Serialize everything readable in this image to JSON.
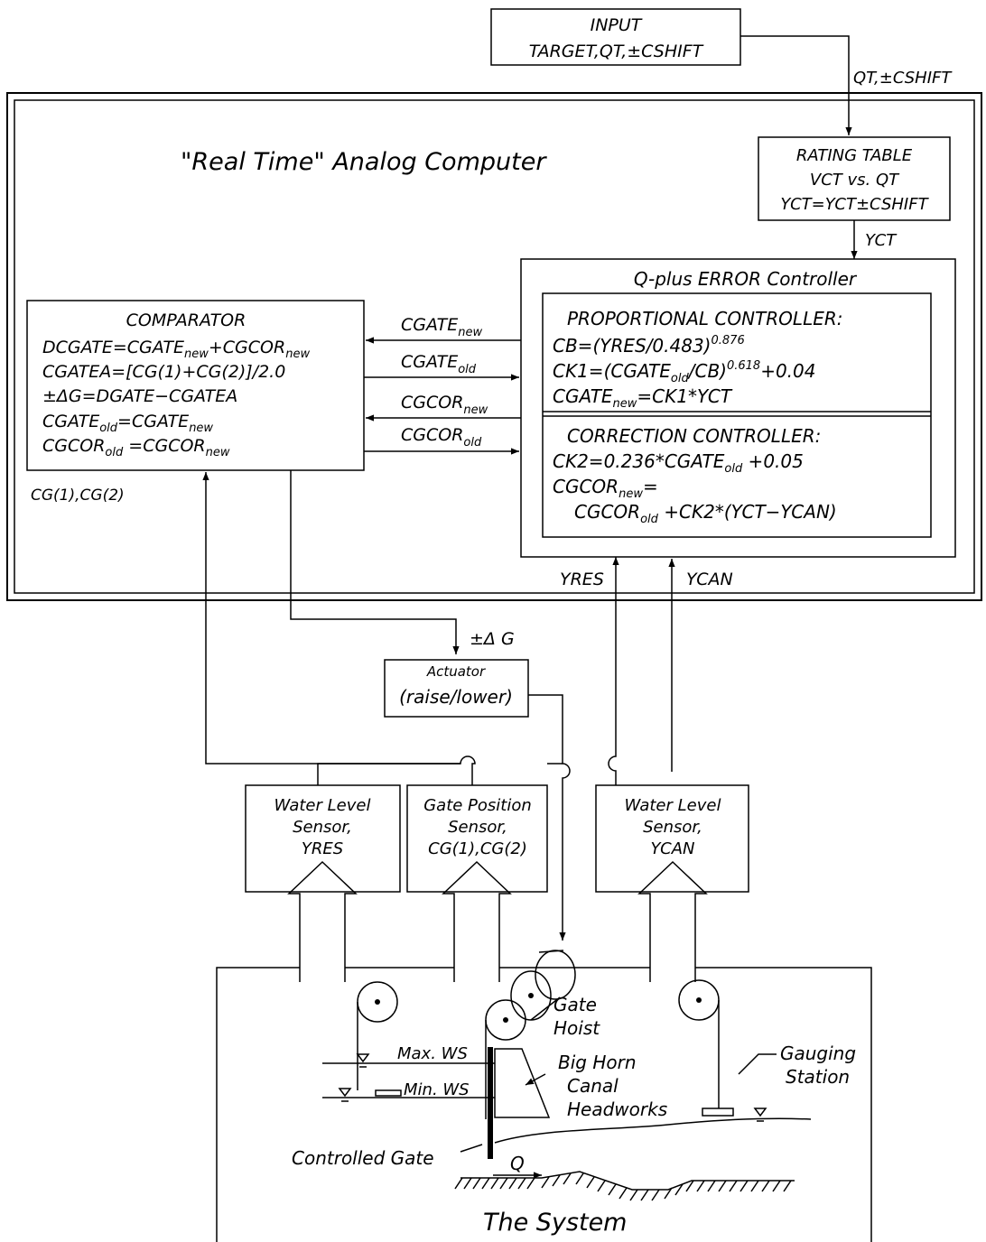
{
  "input_box": {
    "line1": "INPUT",
    "line2": "TARGET,QT,±CSHIFT"
  },
  "label_qt_cshift": "QT,±CSHIFT",
  "computer_title": "\"Real Time\" Analog Computer",
  "rating_table": {
    "line1": "RATING TABLE",
    "line2": "VCT vs. QT",
    "line3": "YCT=YCT±CSHIFT"
  },
  "label_yct": "YCT",
  "controller_title": "Q-plus ERROR Controller",
  "proportional": {
    "title": "PROPORTIONAL CONTROLLER:",
    "line1": "CB=(YRES/0.483)",
    "line1_exp": "0.876",
    "line2a": "CK1=(CGATE",
    "line2_sub": "old",
    "line2b": "/CB)",
    "line2_exp": "0.618",
    "line2c": "+0.04",
    "line3a": "CGATE",
    "line3_sub": "new",
    "line3b": "=CK1*YCT"
  },
  "correction": {
    "title": "CORRECTION CONTROLLER:",
    "line1a": "CK2=0.236*CGATE",
    "line1_sub": "old",
    "line1b": " +0.05",
    "line2a": "CGCOR",
    "line2_sub": "new",
    "line2b": "=",
    "line3a": "CGCOR",
    "line3_sub": "old",
    "line3b": " +CK2*(YCT−YCAN)"
  },
  "comparator": {
    "title": "COMPARATOR",
    "l1a": "DCGATE=CGATE",
    "l1s1": "new",
    "l1b": "+CGCOR",
    "l1s2": "new",
    "l2": "CGATEA=[CG(1)+CG(2)]/2.0",
    "l3": "±ΔG=DGATE−CGATEA",
    "l4a": "CGATE",
    "l4s1": "old",
    "l4b": "=CGATE",
    "l4s2": "new",
    "l5a": "CGCOR",
    "l5s1": "old",
    "l5b": " =CGCOR",
    "l5s2": "new"
  },
  "label_cg": "CG(1),CG(2)",
  "arrows": {
    "cgate_new": "CGATE",
    "cgate_new_sub": "new",
    "cgate_old": "CGATE",
    "cgate_old_sub": "old",
    "cgcor_new": "CGCOR",
    "cgcor_new_sub": "new",
    "cgcor_old": "CGCOR",
    "cgcor_old_sub": "old"
  },
  "label_yres": "YRES",
  "label_ycan": "YCAN",
  "label_delta_g": "±Δ G",
  "actuator": {
    "line1": "Actuator",
    "line2": "(raise/lower)"
  },
  "sensor_yres": {
    "line1": "Water Level",
    "line2": "Sensor,",
    "line3": "YRES"
  },
  "sensor_gate": {
    "line1": "Gate Position",
    "line2": "Sensor,",
    "line3": "CG(1),CG(2)"
  },
  "sensor_ycan": {
    "line1": "Water Level",
    "line2": "Sensor,",
    "line3": "YCAN"
  },
  "system": {
    "gate_hoist_1": "Gate",
    "gate_hoist_2": "Hoist",
    "max_ws": "Max. WS",
    "min_ws": "Min. WS",
    "big_horn_1": "Big Horn",
    "big_horn_2": "Canal",
    "big_horn_3": "Headworks",
    "gauging_1": "Gauging",
    "gauging_2": "Station",
    "controlled_gate": "Controlled Gate",
    "q": "Q",
    "title": "The System"
  }
}
